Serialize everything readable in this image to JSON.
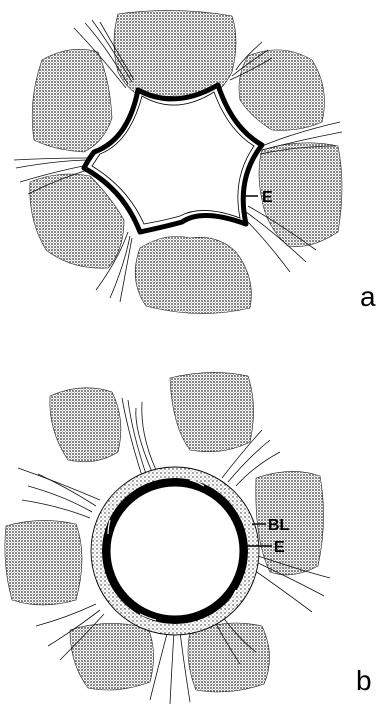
{
  "figure": {
    "panels": [
      {
        "id": "a",
        "letter": "a",
        "labels": [
          "E"
        ]
      },
      {
        "id": "b",
        "letter": "b",
        "labels": [
          "BL",
          "E"
        ]
      }
    ],
    "colors": {
      "ink": "#000000",
      "stipple": "#8a8a8a",
      "background": "#ffffff"
    }
  }
}
